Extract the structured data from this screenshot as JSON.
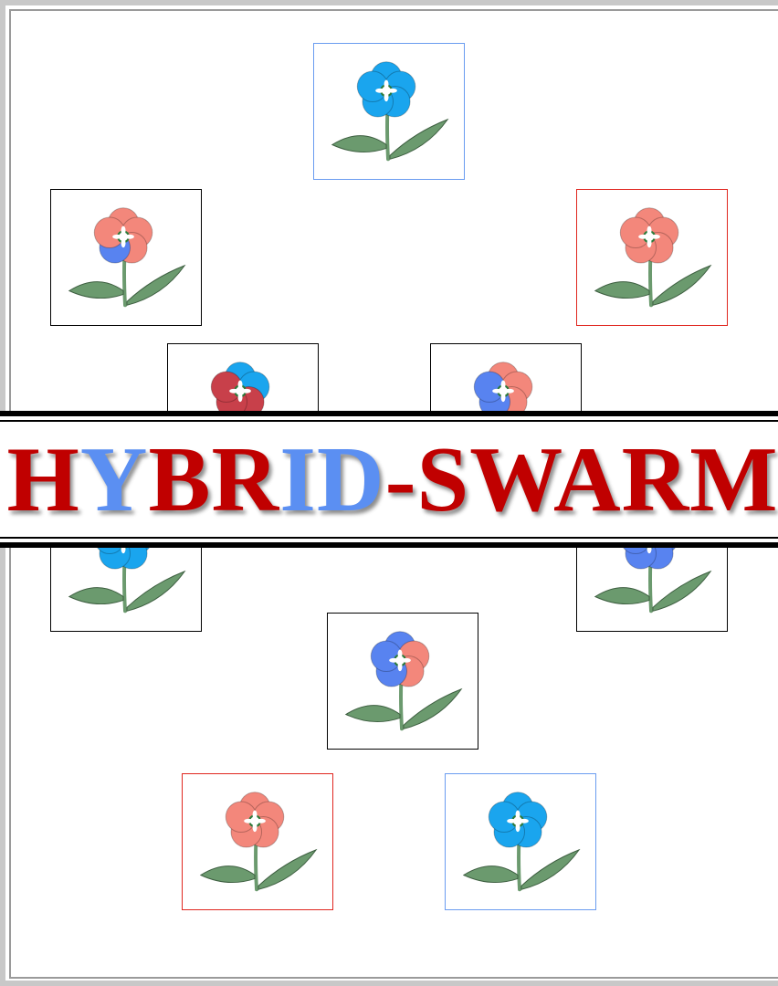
{
  "title": {
    "parts": [
      {
        "text": "HYBRID",
        "color": "mixed"
      },
      {
        "text": "-SWARM",
        "color": "red"
      }
    ],
    "letters": [
      "H",
      "Y",
      "B",
      "R",
      "I",
      "D"
    ],
    "red": "#c00000",
    "blue": "#5b8ff2"
  },
  "colors": {
    "blue_petal": "#1aa5ee",
    "red_petal": "#f3877b",
    "deep_blue_petal": "#5883f0",
    "dark_red_petal": "#c8404a",
    "leaf": "#6b9a6e",
    "frame_blue": "#6a9cf0",
    "frame_red": "#e0261f",
    "frame_black": "#000000"
  },
  "flowers": [
    {
      "id": "pure-blue-top",
      "frame": "blue",
      "petals": [
        "blue",
        "blue",
        "blue",
        "blue",
        "blue"
      ]
    },
    {
      "id": "hybrid-left",
      "frame": "black",
      "petals": [
        "red",
        "red",
        "red",
        "deepblue",
        "red"
      ]
    },
    {
      "id": "pure-red-right",
      "frame": "red",
      "petals": [
        "red",
        "red",
        "red",
        "red",
        "red"
      ]
    },
    {
      "id": "hybrid-mid-left",
      "frame": "black",
      "petals": [
        "blue",
        "blue",
        "darkred",
        "darkred",
        "darkred"
      ]
    },
    {
      "id": "hybrid-mid-right",
      "frame": "black",
      "petals": [
        "red",
        "red",
        "red",
        "deepblue",
        "deepblue"
      ]
    },
    {
      "id": "hybrid-lower-left",
      "frame": "black",
      "petals": [
        "blue",
        "blue",
        "blue",
        "blue",
        "blue"
      ]
    },
    {
      "id": "hybrid-lower-right",
      "frame": "black",
      "petals": [
        "darkred",
        "deepblue",
        "deepblue",
        "deepblue",
        "deepblue"
      ]
    },
    {
      "id": "hybrid-center",
      "frame": "black",
      "petals": [
        "deepblue",
        "red",
        "red",
        "deepblue",
        "deepblue"
      ]
    },
    {
      "id": "pure-red-bottom",
      "frame": "red",
      "petals": [
        "red",
        "red",
        "red",
        "red",
        "red"
      ]
    },
    {
      "id": "pure-blue-bottom",
      "frame": "blue",
      "petals": [
        "blue",
        "blue",
        "blue",
        "blue",
        "blue"
      ]
    }
  ]
}
